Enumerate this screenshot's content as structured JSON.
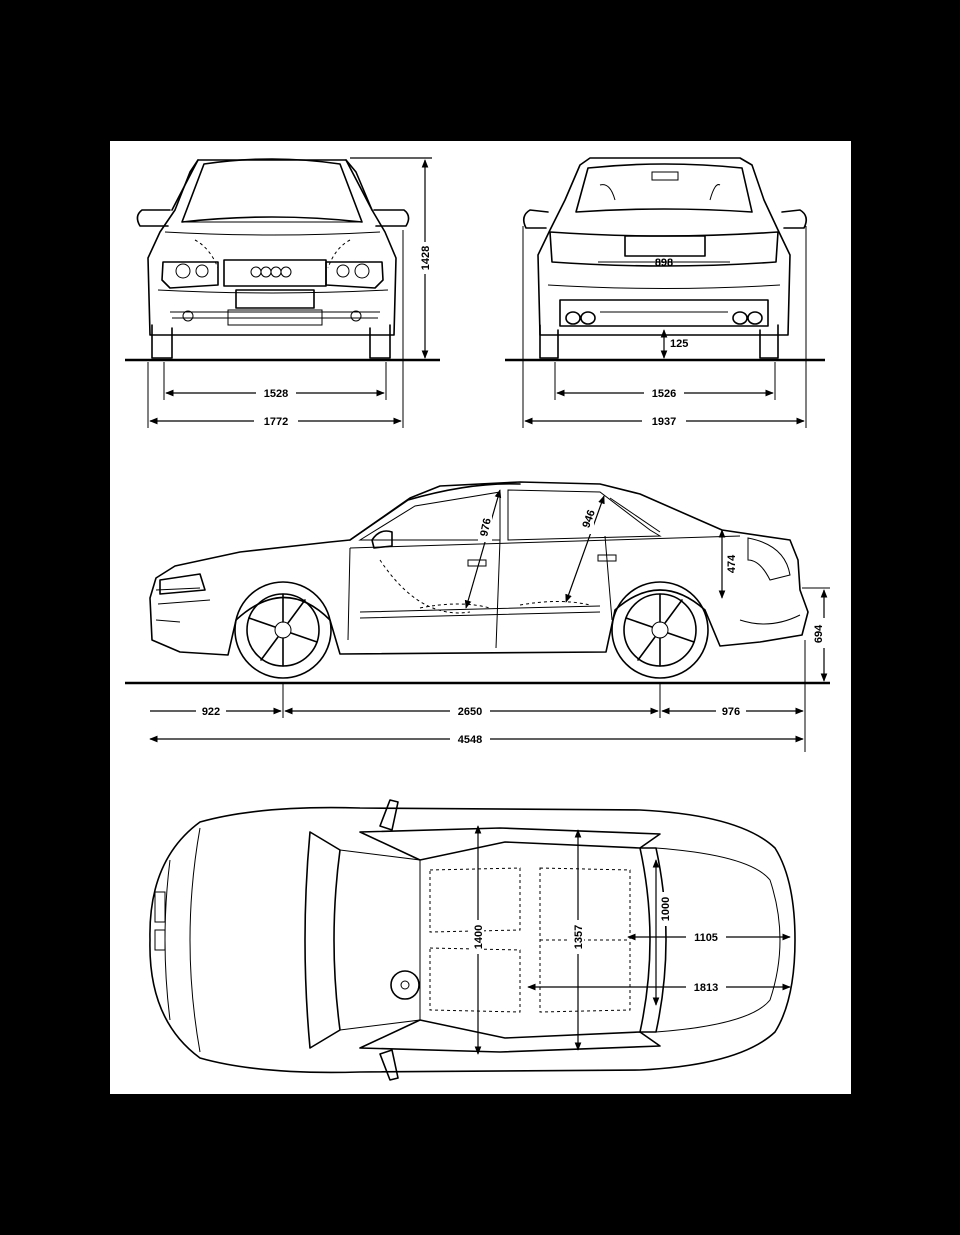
{
  "dimensions": {
    "front_height": "1428",
    "front_track": "1528",
    "front_width": "1772",
    "rear_ground_clearance": "125",
    "rear_track": "1526",
    "rear_width_mirrors": "1937",
    "side_front_headroom": "976",
    "side_rear_headroom": "946",
    "side_trunk_height": "474",
    "side_rear_height": "694",
    "front_overhang": "922",
    "wheelbase": "2650",
    "rear_overhang": "976",
    "overall_length": "4548",
    "top_front_interior_width": "1400",
    "top_rear_interior_width": "1357",
    "top_trunk_width": "1000",
    "top_trunk_length": "1105",
    "top_rear_cabin_length": "1813"
  },
  "plates": {
    "rear_badge": "898"
  }
}
